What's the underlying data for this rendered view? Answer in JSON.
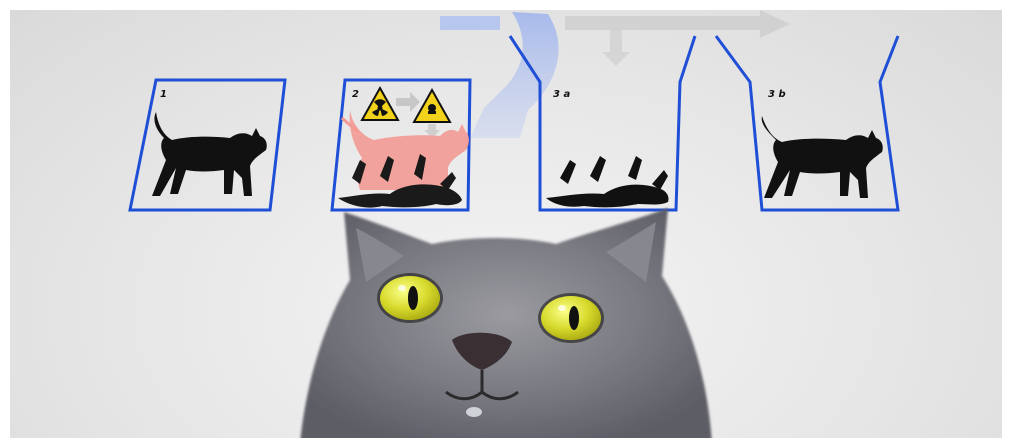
{
  "scene": {
    "panels": [
      {
        "label": "1",
        "state": "alive-cat"
      },
      {
        "label": "2",
        "state": "superposition-cat"
      },
      {
        "label": "3 a",
        "state": "dead-cat"
      },
      {
        "label": "3 b",
        "state": "alive-cat"
      }
    ],
    "icons": {
      "radiation": "radiation-warning-icon",
      "poison": "poison-warning-icon"
    },
    "colors": {
      "box_outline": "#1f4fd6",
      "cat": "#111111",
      "ghost_cat": "#f39a94",
      "arrow": "#8fa7e6",
      "warning_yellow": "#f2d21b",
      "eye_yellow": "#e2e33c"
    }
  }
}
